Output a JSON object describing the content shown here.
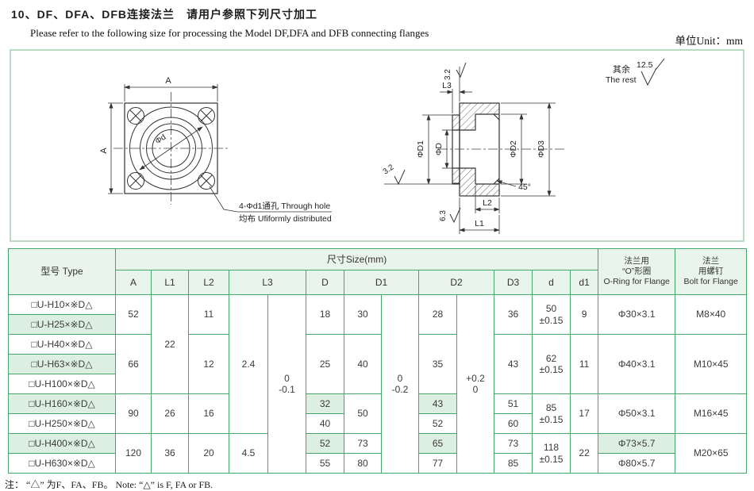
{
  "page": {
    "title_cn": "10、DF、DFA、DFB连接法兰　请用户参照下列尺寸加工",
    "subtitle_en": "Please refer to the following size for processing the Model DF,DFA and DFB connecting flanges",
    "unit_label": "单位Unit：mm",
    "footnote": "注： “△” 为F、FA、FB。 Note: “△” is F, FA or FB."
  },
  "drawing": {
    "rest_cn": "其余",
    "rest_en": "The rest",
    "rest_value": "12.5",
    "finish_top": "3.2",
    "finish_left": "3.2",
    "finish_bottom": "6.3",
    "dim_a_top": "A",
    "dim_a_left": "A",
    "dim_phi_d": "Φd",
    "hole_note_line1": "4-Φd1通孔 Through hole",
    "hole_note_line2": "均布 Ufiformly distributed",
    "dim_l3": "L3",
    "dim_l2": "L2",
    "dim_l1": "L1",
    "dim_d1": "ΦD1",
    "dim_d": "ΦD",
    "dim_d2": "ΦD2",
    "dim_d3": "ΦD3",
    "chamfer": "45°"
  },
  "table": {
    "type_header": "型号 Type",
    "size_header": "尺寸Size(mm)",
    "oring_header": "法兰用\n“O”形圈\nO-Ring for Flange",
    "bolt_header": "法兰\n用螺钉\nBolt for Flange",
    "sub_headers": [
      {
        "label": "A",
        "cs": 1
      },
      {
        "label": "L1",
        "cs": 1
      },
      {
        "label": "L2",
        "cs": 1
      },
      {
        "label": "L3",
        "cs": 2
      },
      {
        "label": "D",
        "cs": 1
      },
      {
        "label": "D1",
        "cs": 2
      },
      {
        "label": "D2",
        "cs": 2
      },
      {
        "label": "D3",
        "cs": 1
      },
      {
        "label": "d",
        "cs": 1
      },
      {
        "label": "d1",
        "cs": 1
      }
    ],
    "rows": [
      {
        "type": "□U-H10×※D△",
        "hl": false,
        "cells": [
          {
            "v": "52",
            "rs": 2
          },
          {
            "v": "22",
            "rs": 5
          },
          {
            "v": "11",
            "rs": 2
          },
          {
            "v": "2.4",
            "rs": 7
          },
          {
            "v": "0\n-0.1",
            "rs": 9
          },
          {
            "v": "18",
            "rs": 2
          },
          {
            "v": "30",
            "rs": 2
          },
          {
            "v": "0\n-0.2",
            "rs": 9
          },
          {
            "v": "28",
            "rs": 2
          },
          {
            "v": "+0.2\n0",
            "rs": 9
          },
          {
            "v": "36",
            "rs": 2
          },
          {
            "v": "50\n±0.15",
            "rs": 2
          },
          {
            "v": "9",
            "rs": 2
          },
          {
            "v": "Φ30×3.1",
            "rs": 2
          },
          {
            "v": "M8×40",
            "rs": 2
          }
        ]
      },
      {
        "type": "□U-H25×※D△",
        "hl": true,
        "cells": []
      },
      {
        "type": "□U-H40×※D△",
        "hl": false,
        "cells": [
          {
            "v": "66",
            "rs": 3
          },
          {
            "v": "12",
            "rs": 3
          },
          {
            "v": "25",
            "rs": 3
          },
          {
            "v": "40",
            "rs": 3
          },
          {
            "v": "35",
            "rs": 3
          },
          {
            "v": "43",
            "rs": 3
          },
          {
            "v": "62\n±0.15",
            "rs": 3
          },
          {
            "v": "11",
            "rs": 3
          },
          {
            "v": "Φ40×3.1",
            "rs": 3
          },
          {
            "v": "M10×45",
            "rs": 3
          }
        ]
      },
      {
        "type": "□U-H63×※D△",
        "hl": true,
        "cells": []
      },
      {
        "type": "□U-H100×※D△",
        "hl": false,
        "cells": []
      },
      {
        "type": "□U-H160×※D△",
        "hl": true,
        "cells": [
          {
            "v": "90",
            "rs": 2
          },
          {
            "v": "26",
            "rs": 2
          },
          {
            "v": "16",
            "rs": 2
          },
          {
            "v": "32",
            "hl": true
          },
          {
            "v": "50",
            "rs": 2
          },
          {
            "v": "43",
            "hl": true
          },
          {
            "v": "51"
          },
          {
            "v": "85\n±0.15",
            "rs": 2
          },
          {
            "v": "17",
            "rs": 2
          },
          {
            "v": "Φ50×3.1",
            "rs": 2
          },
          {
            "v": "M16×45",
            "rs": 2
          }
        ]
      },
      {
        "type": "□U-H250×※D△",
        "hl": false,
        "cells": [
          {
            "v": "40"
          },
          {
            "v": "52"
          },
          {
            "v": "60"
          }
        ]
      },
      {
        "type": "□U-H400×※D△",
        "hl": true,
        "cells": [
          {
            "v": "120",
            "rs": 2
          },
          {
            "v": "36",
            "rs": 2
          },
          {
            "v": "20",
            "rs": 2
          },
          {
            "v": "4.5",
            "rs": 2
          },
          {
            "v": "52",
            "hl": true
          },
          {
            "v": "73"
          },
          {
            "v": "65",
            "hl": true
          },
          {
            "v": "73"
          },
          {
            "v": "118\n±0.15",
            "rs": 2
          },
          {
            "v": "22",
            "rs": 2
          },
          {
            "v": "Φ73×5.7",
            "hl": true
          },
          {
            "v": "M20×65",
            "rs": 2
          }
        ]
      },
      {
        "type": "□U-H630×※D△",
        "hl": false,
        "cells": [
          {
            "v": "55"
          },
          {
            "v": "80"
          },
          {
            "v": "77"
          },
          {
            "v": "85"
          },
          {
            "v": "Φ80×5.7"
          }
        ]
      }
    ]
  }
}
